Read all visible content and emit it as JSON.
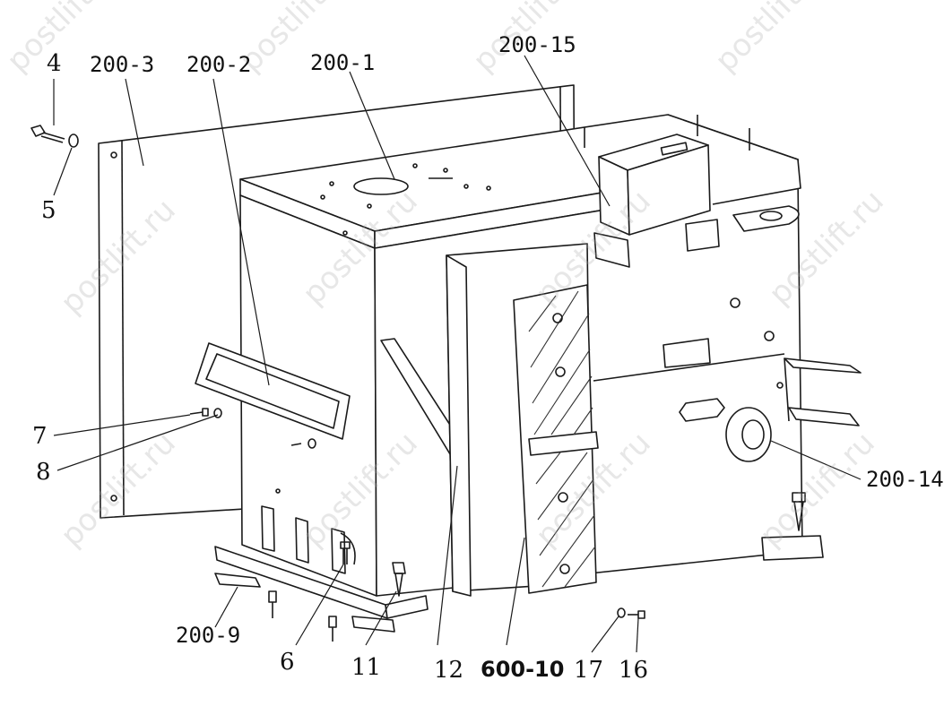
{
  "watermark_text": "postlift.ru",
  "callouts": {
    "c4": "4",
    "c5": "5",
    "c200_3": "200-3",
    "c200_2": "200-2",
    "c200_1": "200-1",
    "c200_15": "200-15",
    "c7": "7",
    "c8": "8",
    "c200_14": "200-14",
    "c200_9": "200-9",
    "c6": "6",
    "c11": "11",
    "c12": "12",
    "c600_10": "600-10",
    "c17": "17",
    "c16": "16"
  },
  "colors": {
    "line": "#1a1a1a",
    "hatch": "#333333",
    "watermark": "#aaaaaa"
  }
}
